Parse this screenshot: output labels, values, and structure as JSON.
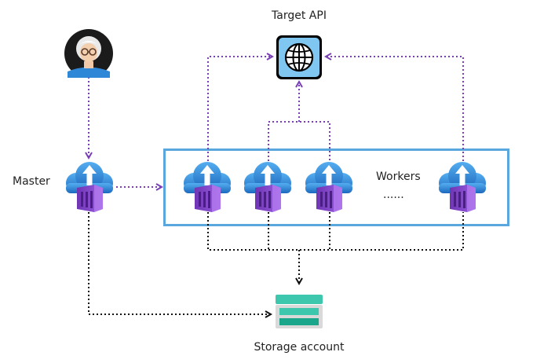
{
  "labels": {
    "target_api": "Target API",
    "master": "Master",
    "workers": "Workers",
    "ellipsis": "......",
    "storage_account": "Storage account"
  },
  "colors": {
    "purple_arrow": "#7a3fb6",
    "black_arrow": "#111111",
    "cluster_border": "#5aa7de",
    "cloud_light": "#4da3e6",
    "cloud_dark": "#1f6fc2",
    "container_purple": "#8b4fd0",
    "storage_teal": "#3dc7ad",
    "globe_bg": "#7fc6f1"
  },
  "icons": {
    "user": "user-avatar-icon",
    "api": "globe-icon",
    "worker": "container-app-icon",
    "storage": "storage-account-icon"
  }
}
